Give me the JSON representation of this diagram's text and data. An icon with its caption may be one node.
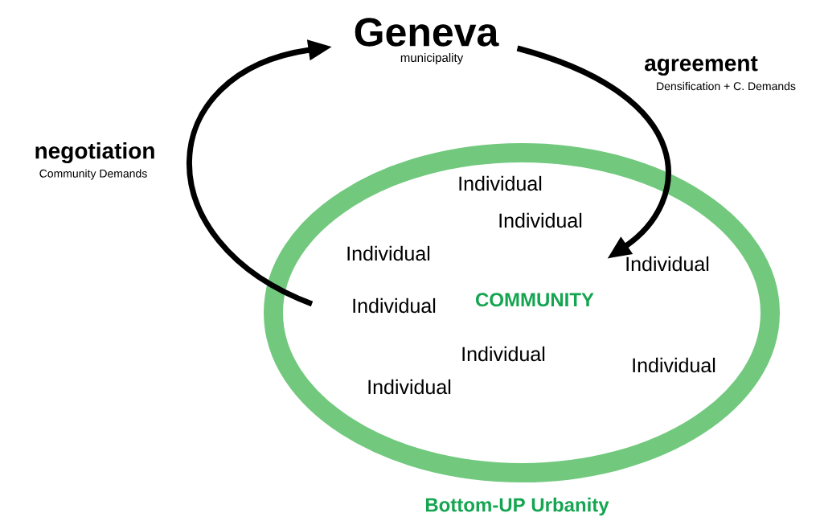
{
  "diagram": {
    "nodes": [
      {
        "text": [
          "Geneva",
          "municipality"
        ]
      },
      {
        "text": [
          "COMMUNITY",
          "Bottom-UP Urbanity"
        ]
      }
    ],
    "edges": [
      {
        "from": 1,
        "to": 0,
        "arrow": "to",
        "label": "negotiation"
      },
      {
        "from": 0,
        "to": 1,
        "arrow": "to",
        "label": "agreement"
      }
    ],
    "labels": [
      "Community Demands",
      "Densification + C. Demands",
      "Individual",
      "Individual",
      "Individual",
      "Individual",
      "Individual",
      "Individual",
      "Individual",
      "Individual"
    ]
  }
}
